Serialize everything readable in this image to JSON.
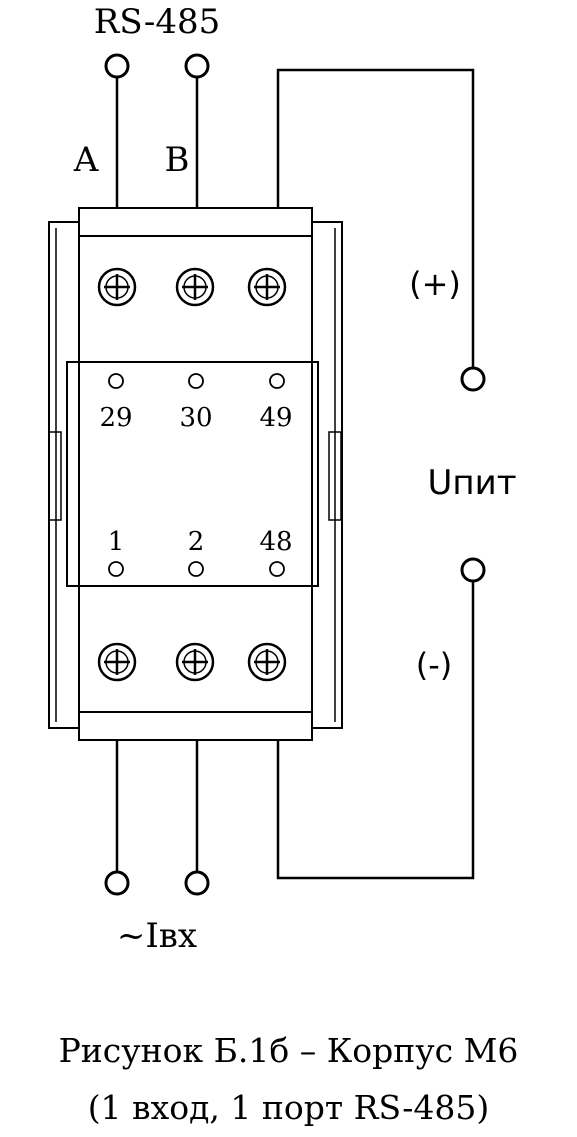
{
  "labels": {
    "rs485": "RS-485",
    "a": "A",
    "b": "B",
    "plus": "(+)",
    "minus": "(-)",
    "supply": "Uпит",
    "input": "~Iвх"
  },
  "terminals": {
    "top": [
      "29",
      "30",
      "49"
    ],
    "bottom": [
      "1",
      "2",
      "48"
    ]
  },
  "caption": {
    "line1": "Рисунок Б.1б – Корпус М6",
    "line2": "(1 вход, 1 порт RS-485)"
  }
}
